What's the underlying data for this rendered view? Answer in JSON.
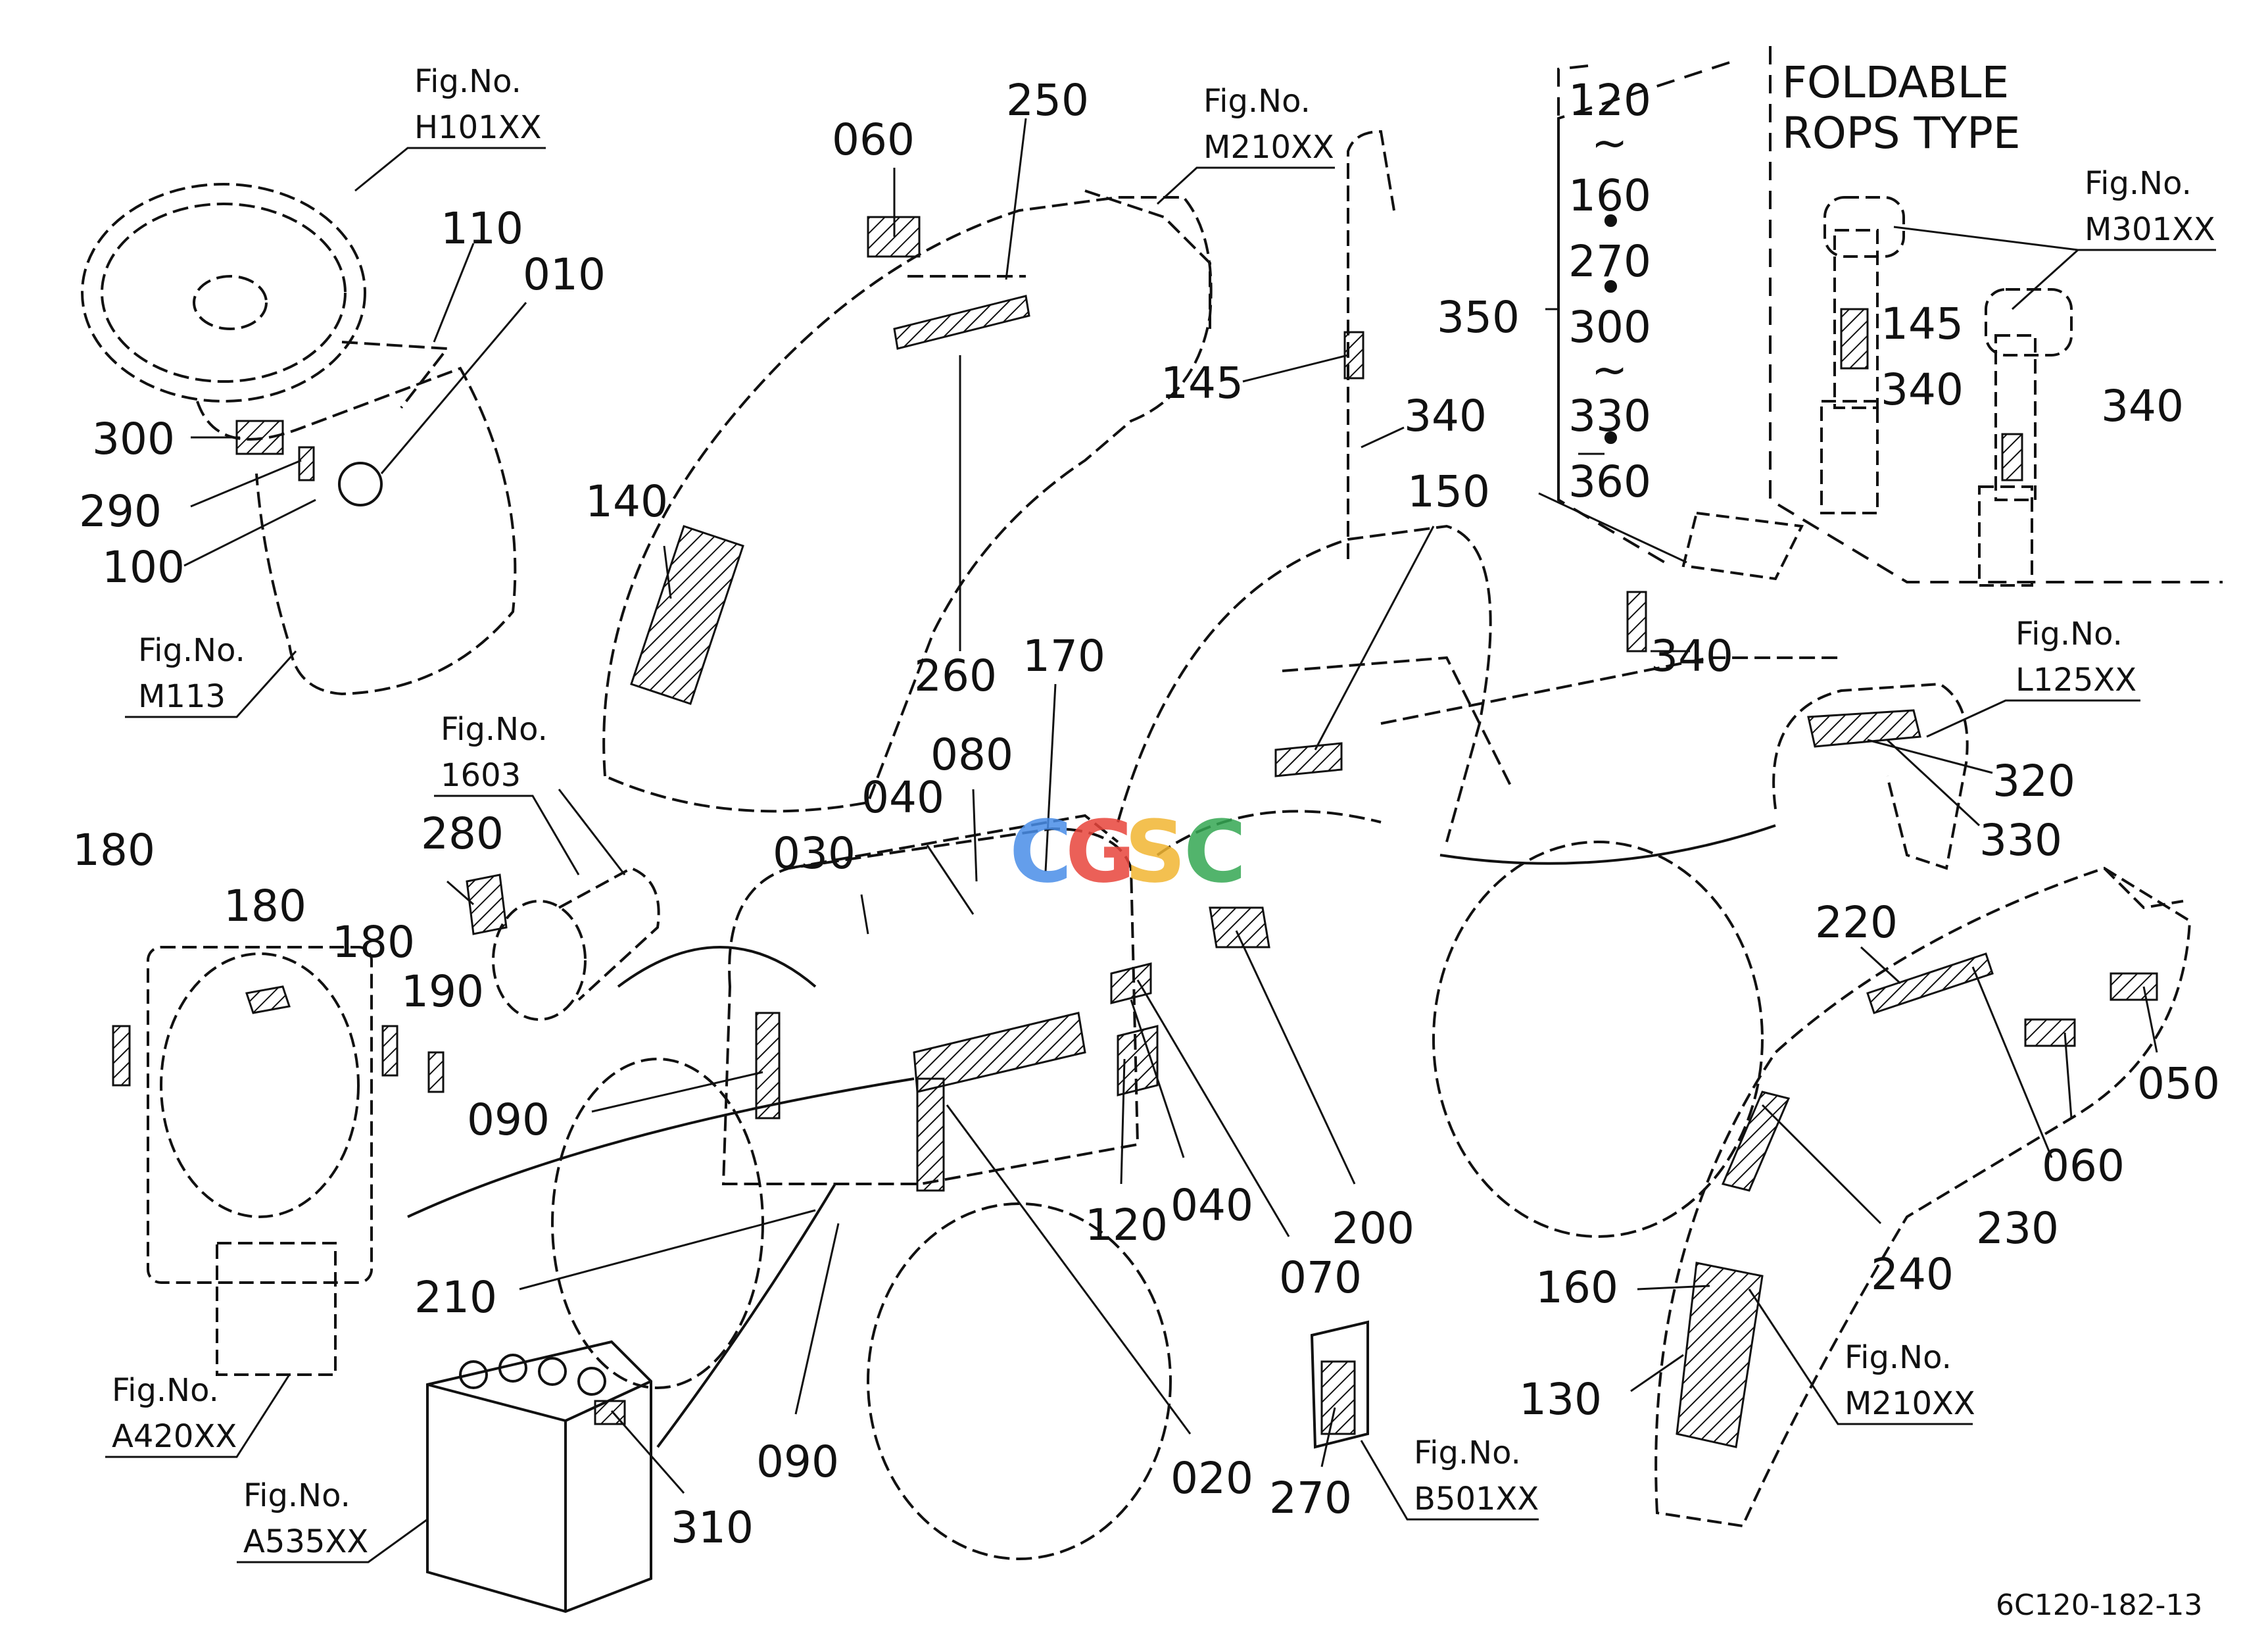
{
  "panel": {
    "title_line1": "FOLDABLE",
    "title_line2": "ROPS  TYPE"
  },
  "watermark": {
    "letters": [
      "C",
      "G",
      "S",
      "C"
    ],
    "colors": [
      "#4a8ee8",
      "#e8453c",
      "#f2b632",
      "#35a853"
    ]
  },
  "figure_refs": [
    {
      "line1": "Fig.No.",
      "line2": "H101XX"
    },
    {
      "line1": "Fig.No.",
      "line2": "M210XX"
    },
    {
      "line1": "Fig.No.",
      "line2": "M301XX"
    },
    {
      "line1": "Fig.No.",
      "line2": "M113"
    },
    {
      "line1": "Fig.No.",
      "line2": "1603"
    },
    {
      "line1": "Fig.No.",
      "line2": "L125XX"
    },
    {
      "line1": "Fig.No.",
      "line2": "A420XX"
    },
    {
      "line1": "Fig.No.",
      "line2": "A535XX"
    },
    {
      "line1": "Fig.No.",
      "line2": "B501XX"
    },
    {
      "line1": "Fig.No.",
      "line2": "M210XX"
    }
  ],
  "range_column": [
    "120",
    "~",
    "160",
    "•",
    "270",
    "•",
    "300",
    "~",
    "330",
    "•",
    "360"
  ],
  "part_labels": [
    "060",
    "250",
    "110",
    "010",
    "300",
    "290",
    "100",
    "145",
    "340",
    "350",
    "145",
    "340",
    "340",
    "140",
    "150",
    "340",
    "260",
    "170",
    "080",
    "040",
    "030",
    "280",
    "180",
    "180",
    "180",
    "190",
    "320",
    "330",
    "220",
    "050",
    "060",
    "230",
    "240",
    "090",
    "120",
    "040",
    "200",
    "070",
    "160",
    "130",
    "210",
    "090",
    "020",
    "310",
    "270"
  ],
  "drawing_code": "6C120-182-13"
}
